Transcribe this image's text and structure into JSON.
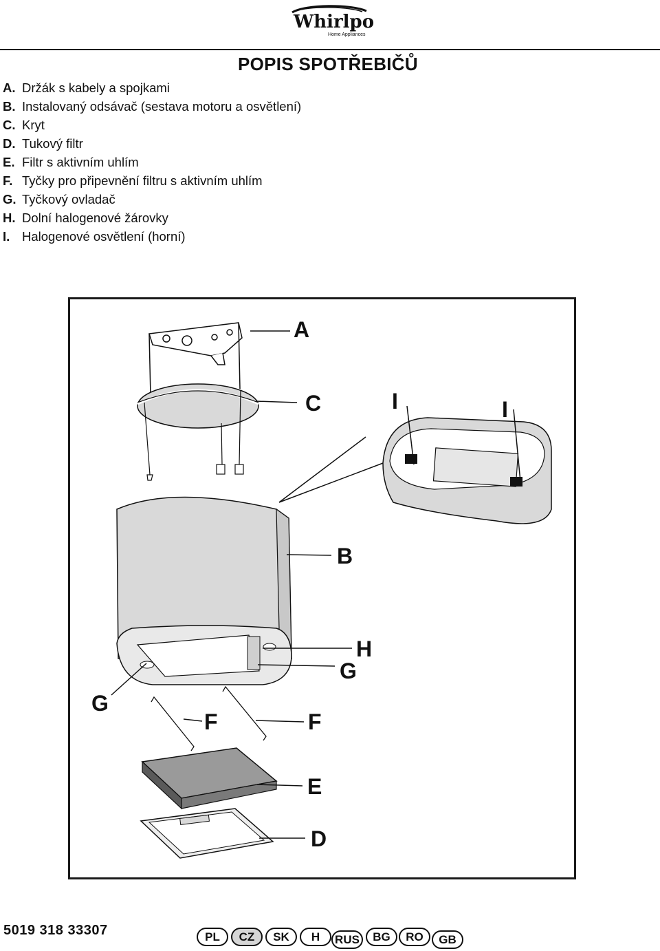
{
  "brand": {
    "logo_text": "Whirlpool",
    "logo_subtext": "Home Appliances"
  },
  "title": "POPIS SPOTŘEBIČŮ",
  "parts": [
    {
      "letter": "A.",
      "text": "Držák s kabely a spojkami"
    },
    {
      "letter": "B.",
      "text": "Instalovaný odsávač (sestava motoru a osvětlení)"
    },
    {
      "letter": "C.",
      "text": "Kryt"
    },
    {
      "letter": "D.",
      "text": "Tukový filtr"
    },
    {
      "letter": "E.",
      "text": "Filtr s aktivním uhlím"
    },
    {
      "letter": "F.",
      "text": "Tyčky pro připevnění filtru s aktivním uhlím"
    },
    {
      "letter": "G.",
      "text": "Tyčkový ovladač"
    },
    {
      "letter": "H.",
      "text": "Dolní halogenové žárovky"
    },
    {
      "letter": "I.",
      "text": "Halogenové osvětlení (horní)"
    }
  ],
  "callouts": {
    "a": "A",
    "c": "C",
    "i1": "I",
    "i2": "I",
    "b": "B",
    "h": "H",
    "g_right": "G",
    "g_left": "G",
    "f1": "F",
    "f2": "F",
    "e": "E",
    "d": "D"
  },
  "product_code": "5019 318 33307",
  "languages": [
    "PL",
    "CZ",
    "SK",
    "H",
    "RUS",
    "BG",
    "RO",
    "GB"
  ],
  "active_language": "CZ"
}
